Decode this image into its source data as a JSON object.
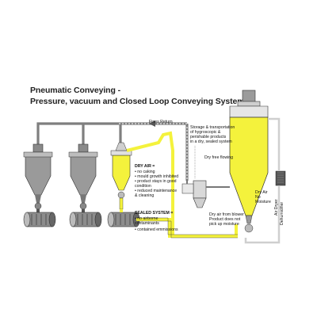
{
  "title": {
    "line1": "Pneumatic Conveying -",
    "line2": "Pressure, vacuum and Closed Loop Conveying Systems"
  },
  "labels": {
    "fines_return": "Fines Return",
    "storage": [
      "Storage & transportation",
      "of hygroscopic &",
      "perishable products",
      "in a dry, sealed system"
    ],
    "dry_free_flowing": "Dry free flowing",
    "dry_air_heading": "DRY AIR =",
    "dry_air_items": [
      "• no caking",
      "• mould growth inhibited",
      "• product stays in good",
      "  condition",
      "• reduced maintenance",
      "  & cleaning"
    ],
    "sealed_heading": "SEALED SYSTEM =",
    "sealed_items": [
      "• no airborne",
      "  contaminants",
      "• contained emmissions"
    ],
    "dry_air_blower": [
      "Dry air from blower",
      "Product does not",
      "pick up moisture"
    ],
    "dry_air_no_moisture": [
      "Dry Air",
      "No",
      "Moisture"
    ],
    "air_dryer": "Air Dryer",
    "dehumidifier": "Dehumidifier"
  },
  "colors": {
    "yellow": "#f4f23c",
    "gray": "#8a8a8a",
    "dark": "#333333"
  }
}
